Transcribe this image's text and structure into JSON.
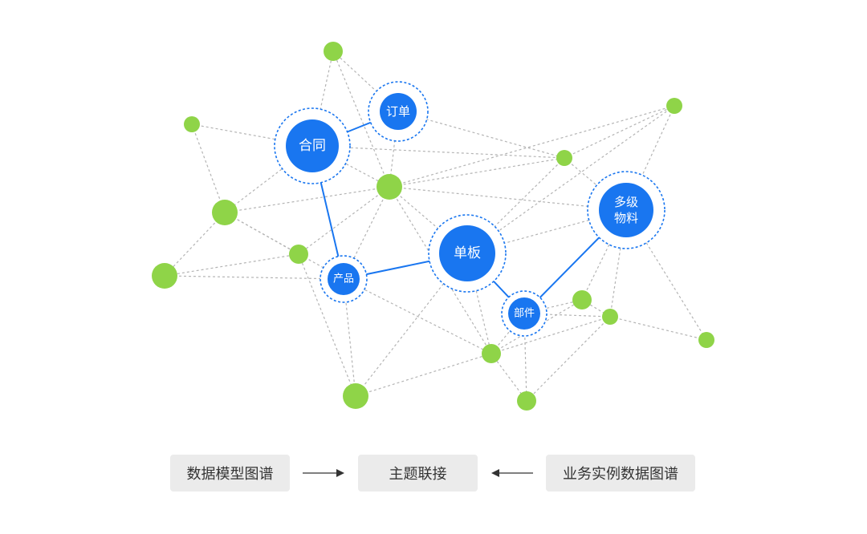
{
  "diagram": {
    "colors": {
      "primary_node": "#1976f0",
      "primary_ring": "#1976f0",
      "secondary_node": "#8fd448",
      "solid_edge": "#1976f0",
      "dashed_edge": "#b4b4b4"
    },
    "primary_nodes": [
      {
        "id": "hetong",
        "label": "合同"
      },
      {
        "id": "dingdan",
        "label": "订单"
      },
      {
        "id": "chanpin",
        "label": "产品"
      },
      {
        "id": "danban",
        "label": "单板"
      },
      {
        "id": "bujian",
        "label": "部件"
      },
      {
        "id": "duoji",
        "label": "多级物料"
      }
    ],
    "solid_links": [
      [
        "hetong",
        "dingdan"
      ],
      [
        "hetong",
        "chanpin"
      ],
      [
        "chanpin",
        "danban"
      ],
      [
        "danban",
        "bujian"
      ],
      [
        "bujian",
        "duoji"
      ]
    ]
  },
  "flow": {
    "left_box": "数据模型图谱",
    "middle_box": "主题联接",
    "right_box": "业务实例数据图谱"
  }
}
